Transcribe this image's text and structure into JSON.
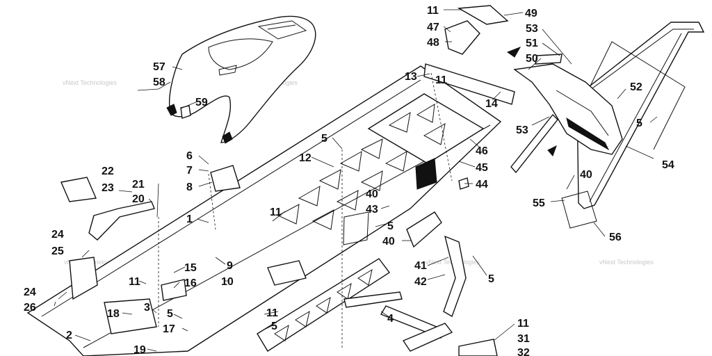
{
  "callouts": [
    "11",
    "49",
    "47",
    "53",
    "48",
    "51",
    "50",
    "57",
    "58",
    "59",
    "13",
    "11",
    "52",
    "14",
    "5",
    "53",
    "46",
    "5",
    "54",
    "6",
    "12",
    "45",
    "7",
    "44",
    "40",
    "8",
    "22",
    "21",
    "23",
    "20",
    "1",
    "40",
    "55",
    "43",
    "11",
    "56",
    "5",
    "24",
    "40",
    "25",
    "9",
    "41",
    "15",
    "5",
    "11",
    "42",
    "16",
    "10",
    "24",
    "3",
    "26",
    "11",
    "18",
    "4",
    "5",
    "2",
    "17",
    "5",
    "11",
    "31",
    "19",
    "32"
  ],
  "watermark": "vNext Technologies"
}
